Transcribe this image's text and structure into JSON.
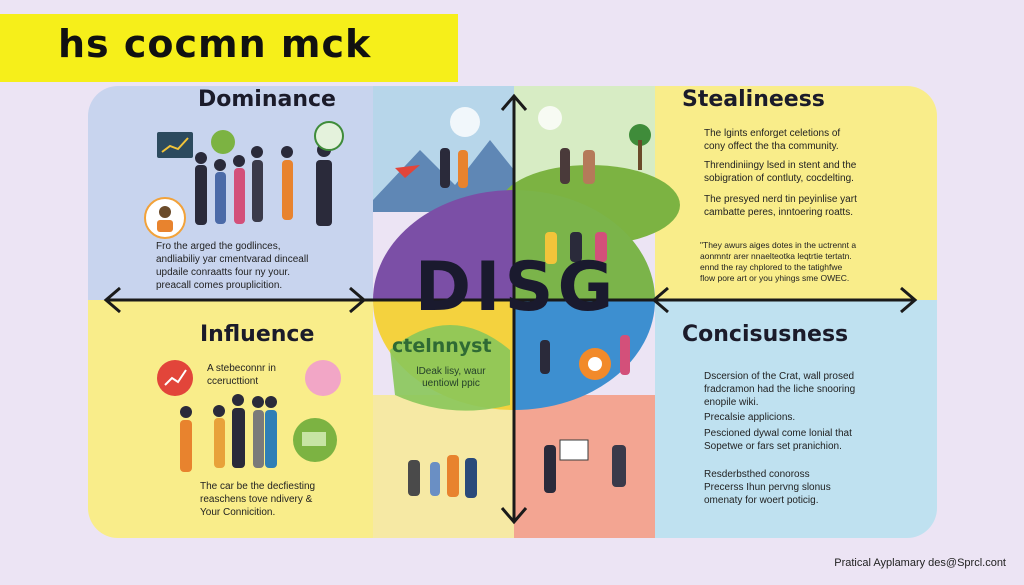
{
  "banner": {
    "title": "hs cocmn mck"
  },
  "center": {
    "label": "DISG",
    "sub_label": "ctelnnyst",
    "sub_text": "lDeak lisy, waur uentiowl ppic"
  },
  "quadrants": {
    "dominance": {
      "title": "Dominance",
      "text": [
        "Fro the arged the godlinces,",
        "andliabiliy yar cmentvarad dinceall",
        "updaile conraatts four ny your.",
        "preacall comes prouplicition."
      ]
    },
    "steadiness": {
      "title": "Stealineess",
      "text1": [
        "The lgints enforget celetions of",
        "cony offect the tha community."
      ],
      "text2": [
        "Threndiniingy lsed in stent and the",
        "sobigration of contluty, cocdelting."
      ],
      "text3": [
        "The presyed nerd tin peyinlise yart",
        "cambatte peres, inntoering roatts."
      ],
      "text4": [
        "\"They awurs aiges dotes in the uctrennt a",
        "aonmntr arer nnaelteotka leqtrtie tertatn.",
        "ennd the ray chplored to the tatighfwe",
        "flow pore art or you yhings sme OWEC."
      ]
    },
    "influence": {
      "title": "Influence",
      "text1": [
        "A stebeconnr in",
        "cceructtiont"
      ],
      "text2": [
        "The car be the decfiesting",
        "reaschens tove ndivery &",
        "Your Connicition."
      ]
    },
    "conscientiousness": {
      "title": "Concisusness",
      "text1": [
        "Dscersion of the Crat, wall prosed",
        "fradcramon had the liche snooring",
        "enopile wiki."
      ],
      "text2": [
        "Precalsie applicions."
      ],
      "text3": [
        "Pescioned dywal come lonial that",
        "Sopetwe or fars set pranichion."
      ],
      "text4": [
        "Resderbsthed conoross",
        "Precerss Ihun pervng slonus",
        "omenaty for woert poticig."
      ]
    }
  },
  "footer": {
    "text": "Pratical Ayplamary des@Sprcl.cont"
  },
  "colors": {
    "banner": "#f6ef1a",
    "dominance": "#c8d4ee",
    "steadiness": "#f9ed8a",
    "influence": "#f9ed8a",
    "conscientiousness": "#bfe1f0",
    "center_purple": "#7b4fa6",
    "center_green": "#7bb44a"
  }
}
